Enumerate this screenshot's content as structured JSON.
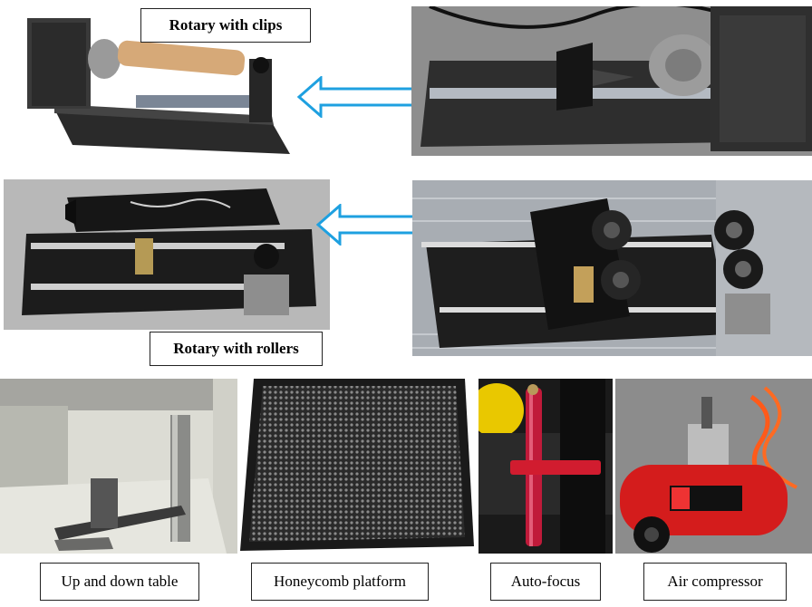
{
  "labels": {
    "rotary_clips": "Rotary with clips",
    "rotary_rollers": "Rotary with rollers",
    "up_down_table": "Up and down table",
    "honeycomb": "Honeycomb platform",
    "auto_focus": "Auto-focus",
    "air_compressor": "Air compressor"
  },
  "colors": {
    "arrow": "#1ea0e0",
    "compressor_red": "#d41c1c",
    "autofocus_red": "#c01a3a"
  }
}
